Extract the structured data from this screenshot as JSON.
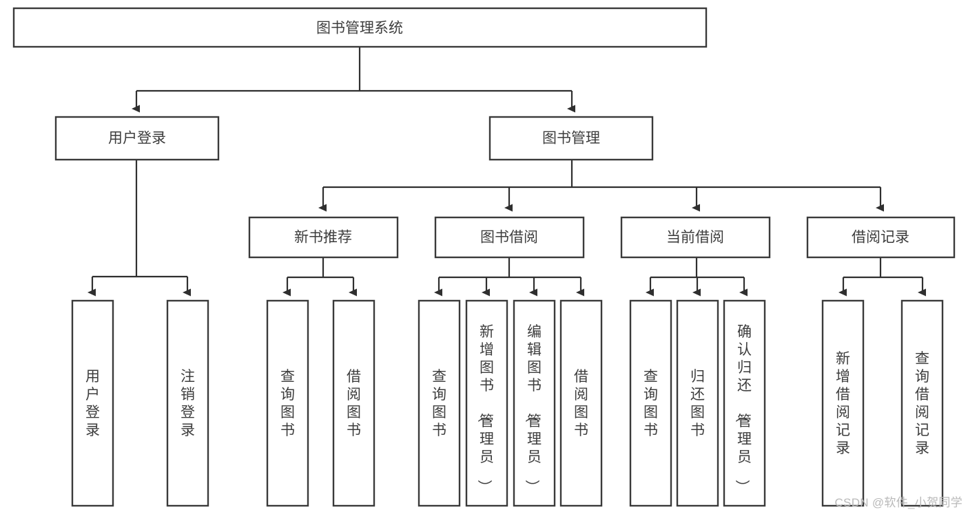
{
  "diagram": {
    "type": "tree",
    "title": "图书管理系统",
    "watermark": "CSDN @软件_小贺同学",
    "colors": {
      "box_stroke": "#3a3a3a",
      "box_fill": "#ffffff",
      "connector": "#2f2f2f",
      "text": "#3d3d3d",
      "watermark": "#b9b9b9",
      "background": "#ffffff"
    },
    "levels": {
      "root": {
        "label": "图书管理系统"
      },
      "level2": [
        {
          "label": "用户登录"
        },
        {
          "label": "图书管理"
        }
      ],
      "level3": [
        {
          "label": "新书推荐"
        },
        {
          "label": "图书借阅"
        },
        {
          "label": "当前借阅"
        },
        {
          "label": "借阅记录"
        }
      ]
    },
    "leaves": {
      "user_login": [
        {
          "label": "用户登录"
        },
        {
          "label": "注销登录"
        }
      ],
      "new_book_recommend": [
        {
          "label": "查询图书"
        },
        {
          "label": "借阅图书"
        }
      ],
      "book_borrow": [
        {
          "label": "查询图书"
        },
        {
          "label": "新增图书（管理员）"
        },
        {
          "label": "编辑图书（管理员）"
        },
        {
          "label": "借阅图书"
        }
      ],
      "current_borrow": [
        {
          "label": "查询图书"
        },
        {
          "label": "归还图书"
        },
        {
          "label": "确认归还（管理员）"
        }
      ],
      "borrow_record": [
        {
          "label": "新增借阅记录"
        },
        {
          "label": "查询借阅记录"
        }
      ]
    }
  }
}
